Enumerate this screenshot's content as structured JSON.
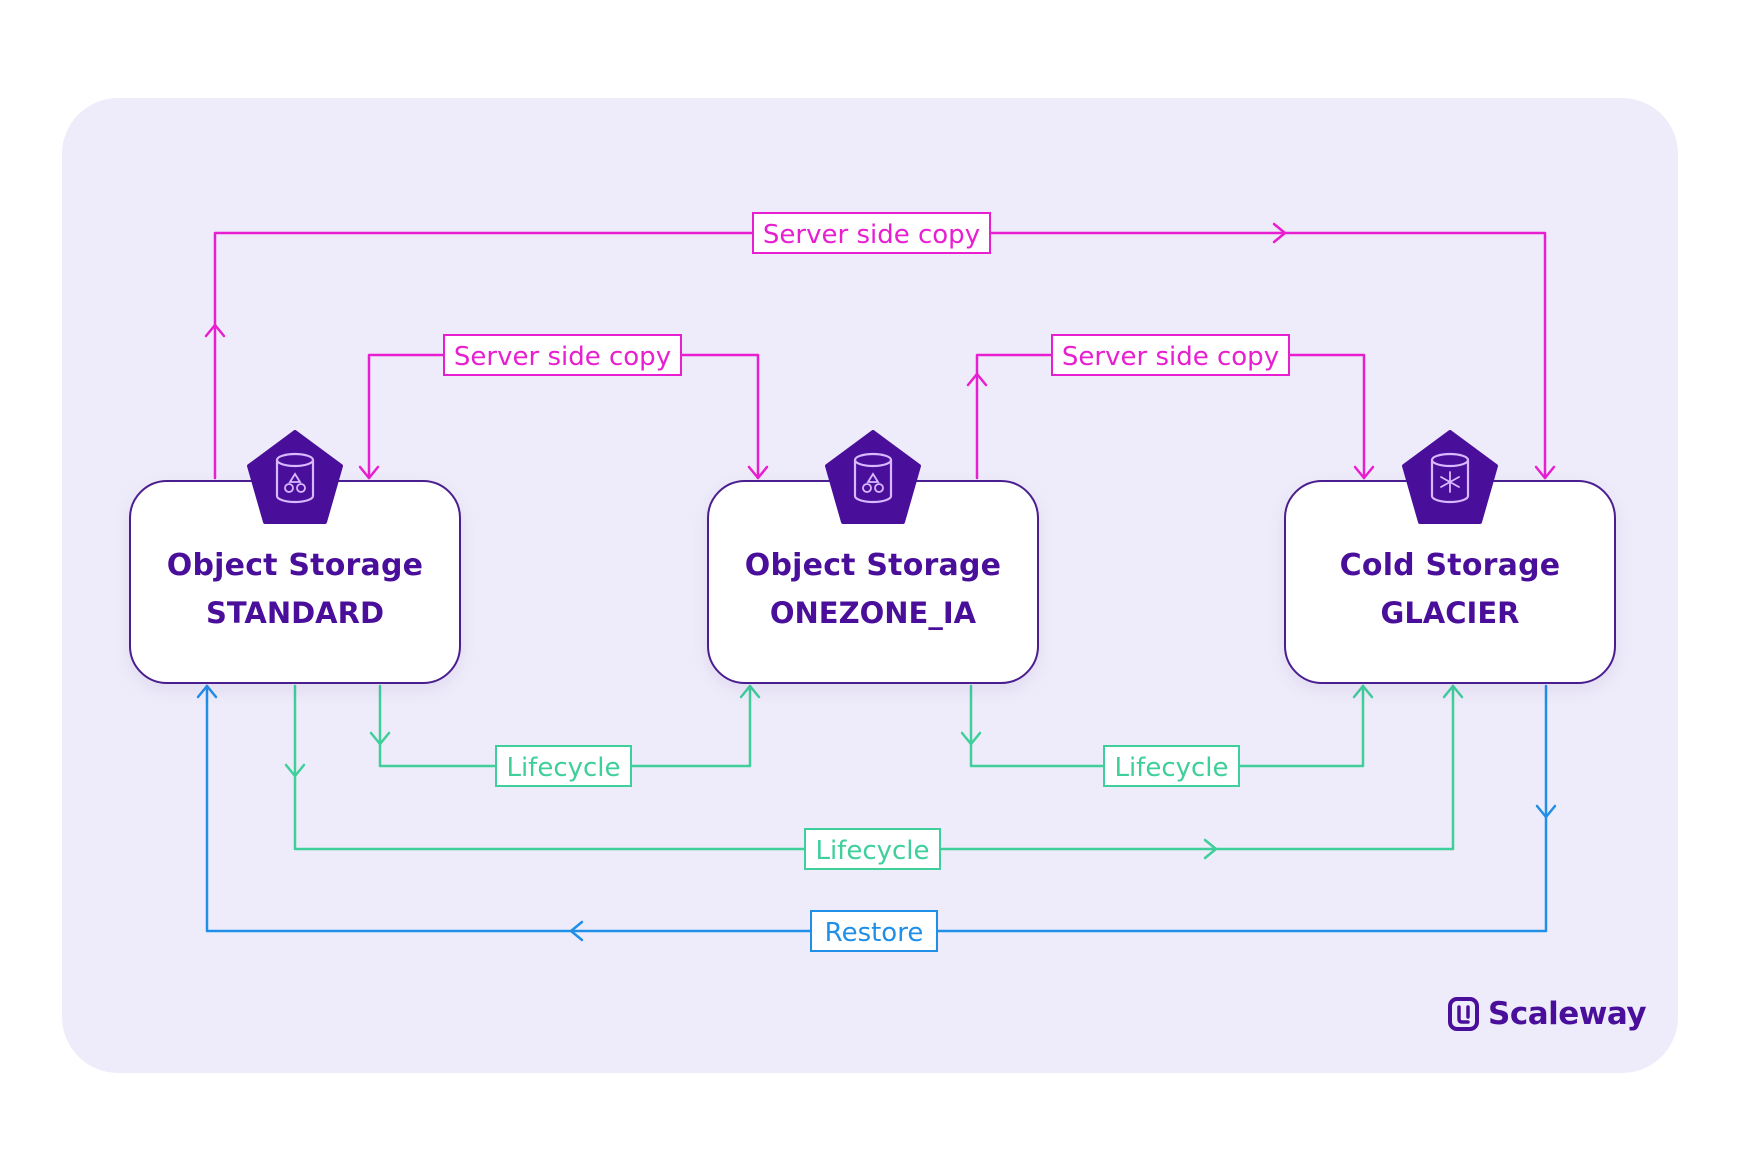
{
  "colors": {
    "server_side_copy": "#e81fd0",
    "lifecycle": "#3ecf9a",
    "restore": "#1f8fe8",
    "brand": "#4a0f9a",
    "panel_background": "#eeecfa"
  },
  "nodes": {
    "standard": {
      "title": "Object Storage",
      "class": "STANDARD",
      "icon": "bucket-shapes-icon"
    },
    "onezone": {
      "title": "Object Storage",
      "class": "ONEZONE_IA",
      "icon": "bucket-shapes-icon"
    },
    "glacier": {
      "title": "Cold Storage",
      "class": "GLACIER",
      "icon": "bucket-snowflake-icon"
    }
  },
  "edges": {
    "copy_standard_glacier": {
      "label": "Server side copy",
      "from": "STANDARD",
      "to": "GLACIER"
    },
    "copy_standard_onezone": {
      "label": "Server side copy",
      "from": "STANDARD",
      "to": "ONEZONE_IA"
    },
    "copy_onezone_glacier": {
      "label": "Server side copy",
      "from": "ONEZONE_IA",
      "to": "GLACIER"
    },
    "lifecycle_standard_onezone": {
      "label": "Lifecycle",
      "from": "STANDARD",
      "to": "ONEZONE_IA"
    },
    "lifecycle_onezone_glacier": {
      "label": "Lifecycle",
      "from": "ONEZONE_IA",
      "to": "GLACIER"
    },
    "lifecycle_standard_glacier": {
      "label": "Lifecycle",
      "from": "STANDARD",
      "to": "GLACIER"
    },
    "restore_glacier_standard": {
      "label": "Restore",
      "from": "GLACIER",
      "to": "STANDARD"
    }
  },
  "brand": {
    "name": "Scaleway",
    "icon": "scaleway-logo-icon"
  }
}
